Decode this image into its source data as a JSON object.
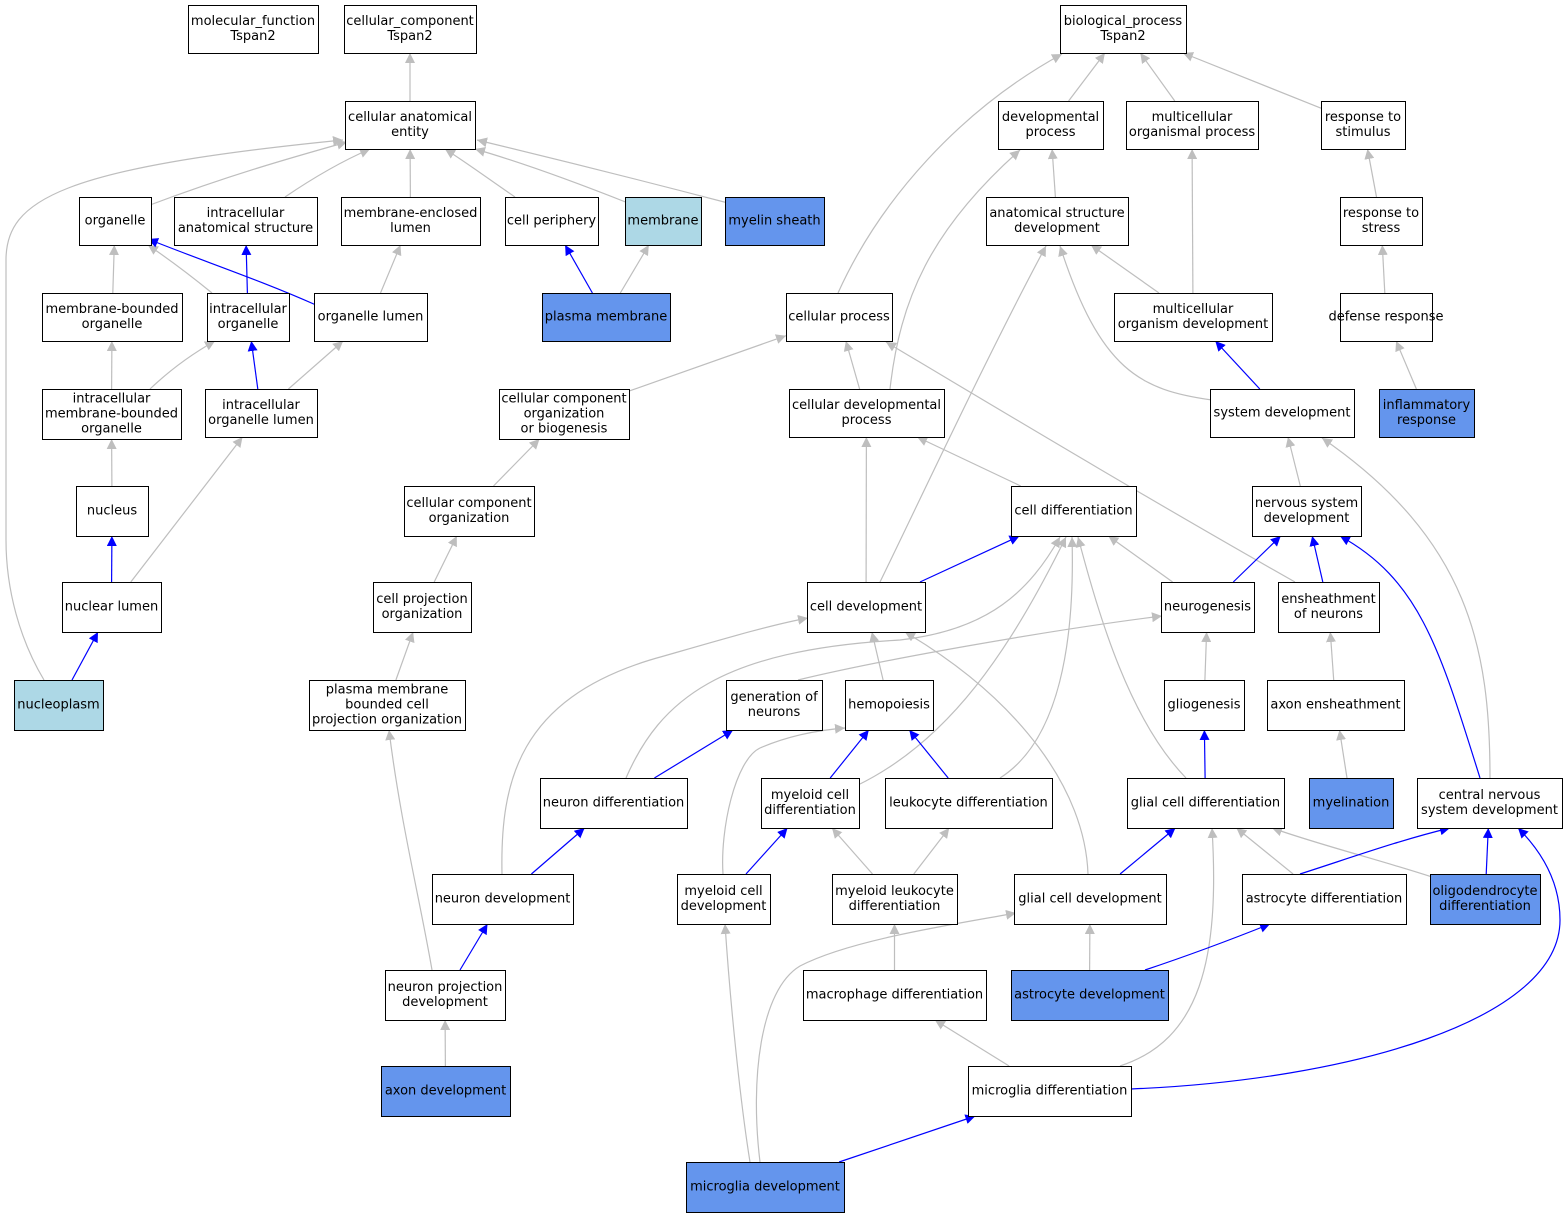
{
  "colors": {
    "default_fill": "#ffffff",
    "highlight_fill": "#6495ed",
    "light_fill": "#add8e6",
    "edge_gray": "#bebebe",
    "edge_blue": "#0000ff"
  },
  "nodes": [
    {
      "id": "molecular_function",
      "lines": [
        "molecular_function",
        "Tspan2"
      ],
      "fill": "default"
    },
    {
      "id": "cellular_component",
      "lines": [
        "cellular_component",
        "Tspan2"
      ],
      "fill": "default"
    },
    {
      "id": "biological_process",
      "lines": [
        "biological_process",
        "Tspan2"
      ],
      "fill": "default"
    },
    {
      "id": "cellular_anatomical_entity",
      "lines": [
        "cellular anatomical",
        "entity"
      ],
      "fill": "default"
    },
    {
      "id": "developmental_process",
      "lines": [
        "developmental",
        "process"
      ],
      "fill": "default"
    },
    {
      "id": "multicellular_organismal_process",
      "lines": [
        "multicellular",
        "organismal process"
      ],
      "fill": "default"
    },
    {
      "id": "response_to_stimulus",
      "lines": [
        "response to",
        "stimulus"
      ],
      "fill": "default"
    },
    {
      "id": "organelle",
      "lines": [
        "organelle"
      ],
      "fill": "default"
    },
    {
      "id": "intracellular_anatomical_structure",
      "lines": [
        "intracellular",
        "anatomical structure"
      ],
      "fill": "default"
    },
    {
      "id": "membrane_enclosed_lumen",
      "lines": [
        "membrane-enclosed",
        "lumen"
      ],
      "fill": "default"
    },
    {
      "id": "cell_periphery",
      "lines": [
        "cell periphery"
      ],
      "fill": "default"
    },
    {
      "id": "membrane",
      "lines": [
        "membrane"
      ],
      "fill": "light"
    },
    {
      "id": "myelin_sheath",
      "lines": [
        "myelin sheath"
      ],
      "fill": "highlight"
    },
    {
      "id": "anatomical_structure_development",
      "lines": [
        "anatomical structure",
        "development"
      ],
      "fill": "default"
    },
    {
      "id": "response_to_stress",
      "lines": [
        "response to",
        "stress"
      ],
      "fill": "default"
    },
    {
      "id": "membrane_bounded_organelle",
      "lines": [
        "membrane-bounded",
        "organelle"
      ],
      "fill": "default"
    },
    {
      "id": "intracellular_organelle",
      "lines": [
        "intracellular",
        "organelle"
      ],
      "fill": "default"
    },
    {
      "id": "organelle_lumen",
      "lines": [
        "organelle lumen"
      ],
      "fill": "default"
    },
    {
      "id": "plasma_membrane",
      "lines": [
        "plasma membrane"
      ],
      "fill": "highlight"
    },
    {
      "id": "cellular_process",
      "lines": [
        "cellular process"
      ],
      "fill": "default"
    },
    {
      "id": "multicellular_organism_development",
      "lines": [
        "multicellular",
        "organism development"
      ],
      "fill": "default"
    },
    {
      "id": "defense_response",
      "lines": [
        "defense response"
      ],
      "fill": "default"
    },
    {
      "id": "intracellular_membrane_bounded_organelle",
      "lines": [
        "intracellular",
        "membrane-bounded",
        "organelle"
      ],
      "fill": "default"
    },
    {
      "id": "intracellular_organelle_lumen",
      "lines": [
        "intracellular",
        "organelle lumen"
      ],
      "fill": "default"
    },
    {
      "id": "cellular_component_organization_or_biogenesis",
      "lines": [
        "cellular component",
        "organization",
        "or biogenesis"
      ],
      "fill": "default"
    },
    {
      "id": "cellular_developmental_process",
      "lines": [
        "cellular developmental",
        "process"
      ],
      "fill": "default"
    },
    {
      "id": "system_development",
      "lines": [
        "system development"
      ],
      "fill": "default"
    },
    {
      "id": "inflammatory_response",
      "lines": [
        "inflammatory",
        "response"
      ],
      "fill": "highlight"
    },
    {
      "id": "nucleus",
      "lines": [
        "nucleus"
      ],
      "fill": "default"
    },
    {
      "id": "cellular_component_organization",
      "lines": [
        "cellular component",
        "organization"
      ],
      "fill": "default"
    },
    {
      "id": "cell_differentiation",
      "lines": [
        "cell differentiation"
      ],
      "fill": "default"
    },
    {
      "id": "nervous_system_development",
      "lines": [
        "nervous system",
        "development"
      ],
      "fill": "default"
    },
    {
      "id": "nuclear_lumen",
      "lines": [
        "nuclear lumen"
      ],
      "fill": "default"
    },
    {
      "id": "cell_projection_organization",
      "lines": [
        "cell projection",
        "organization"
      ],
      "fill": "default"
    },
    {
      "id": "cell_development",
      "lines": [
        "cell development"
      ],
      "fill": "default"
    },
    {
      "id": "neurogenesis",
      "lines": [
        "neurogenesis"
      ],
      "fill": "default"
    },
    {
      "id": "ensheathment_of_neurons",
      "lines": [
        "ensheathment",
        "of neurons"
      ],
      "fill": "default"
    },
    {
      "id": "nucleoplasm",
      "lines": [
        "nucleoplasm"
      ],
      "fill": "light"
    },
    {
      "id": "plasma_membrane_bounded_cell_projection_organization",
      "lines": [
        "plasma membrane",
        "bounded cell",
        "projection organization"
      ],
      "fill": "default"
    },
    {
      "id": "generation_of_neurons",
      "lines": [
        "generation of",
        "neurons"
      ],
      "fill": "default"
    },
    {
      "id": "hemopoiesis",
      "lines": [
        "hemopoiesis"
      ],
      "fill": "default"
    },
    {
      "id": "gliogenesis",
      "lines": [
        "gliogenesis"
      ],
      "fill": "default"
    },
    {
      "id": "axon_ensheathment",
      "lines": [
        "axon ensheathment"
      ],
      "fill": "default"
    },
    {
      "id": "neuron_differentiation",
      "lines": [
        "neuron differentiation"
      ],
      "fill": "default"
    },
    {
      "id": "myeloid_cell_differentiation",
      "lines": [
        "myeloid cell",
        "differentiation"
      ],
      "fill": "default"
    },
    {
      "id": "leukocyte_differentiation",
      "lines": [
        "leukocyte differentiation"
      ],
      "fill": "default"
    },
    {
      "id": "glial_cell_differentiation",
      "lines": [
        "glial cell differentiation"
      ],
      "fill": "default"
    },
    {
      "id": "myelination",
      "lines": [
        "myelination"
      ],
      "fill": "highlight"
    },
    {
      "id": "central_nervous_system_development",
      "lines": [
        "central nervous",
        "system development"
      ],
      "fill": "default"
    },
    {
      "id": "neuron_development",
      "lines": [
        "neuron development"
      ],
      "fill": "default"
    },
    {
      "id": "myeloid_cell_development",
      "lines": [
        "myeloid cell",
        "development"
      ],
      "fill": "default"
    },
    {
      "id": "myeloid_leukocyte_differentiation",
      "lines": [
        "myeloid leukocyte",
        "differentiation"
      ],
      "fill": "default"
    },
    {
      "id": "glial_cell_development",
      "lines": [
        "glial cell development"
      ],
      "fill": "default"
    },
    {
      "id": "astrocyte_differentiation",
      "lines": [
        "astrocyte differentiation"
      ],
      "fill": "default"
    },
    {
      "id": "oligodendrocyte_differentiation",
      "lines": [
        "oligodendrocyte",
        "differentiation"
      ],
      "fill": "highlight"
    },
    {
      "id": "neuron_projection_development",
      "lines": [
        "neuron projection",
        "development"
      ],
      "fill": "default"
    },
    {
      "id": "macrophage_differentiation",
      "lines": [
        "macrophage differentiation"
      ],
      "fill": "default"
    },
    {
      "id": "astrocyte_development",
      "lines": [
        "astrocyte development"
      ],
      "fill": "highlight"
    },
    {
      "id": "axon_development",
      "lines": [
        "axon development"
      ],
      "fill": "highlight"
    },
    {
      "id": "microglia_differentiation",
      "lines": [
        "microglia differentiation"
      ],
      "fill": "default"
    },
    {
      "id": "microglia_development",
      "lines": [
        "microglia development"
      ],
      "fill": "highlight"
    }
  ],
  "edges": [
    {
      "from": "cellular_anatomical_entity",
      "to": "cellular_component",
      "kind": "is_a"
    },
    {
      "from": "organelle",
      "to": "cellular_anatomical_entity",
      "kind": "is_a"
    },
    {
      "from": "intracellular_anatomical_structure",
      "to": "cellular_anatomical_entity",
      "kind": "is_a"
    },
    {
      "from": "membrane_enclosed_lumen",
      "to": "cellular_anatomical_entity",
      "kind": "is_a"
    },
    {
      "from": "cell_periphery",
      "to": "cellular_anatomical_entity",
      "kind": "is_a"
    },
    {
      "from": "membrane",
      "to": "cellular_anatomical_entity",
      "kind": "is_a"
    },
    {
      "from": "myelin_sheath",
      "to": "cellular_anatomical_entity",
      "kind": "is_a"
    },
    {
      "from": "nucleoplasm",
      "to": "cellular_anatomical_entity",
      "kind": "is_a"
    },
    {
      "from": "membrane_bounded_organelle",
      "to": "organelle",
      "kind": "is_a"
    },
    {
      "from": "intracellular_organelle",
      "to": "organelle",
      "kind": "is_a"
    },
    {
      "from": "organelle_lumen",
      "to": "organelle",
      "kind": "part_of"
    },
    {
      "from": "intracellular_organelle",
      "to": "intracellular_anatomical_structure",
      "kind": "part_of"
    },
    {
      "from": "organelle_lumen",
      "to": "membrane_enclosed_lumen",
      "kind": "is_a"
    },
    {
      "from": "plasma_membrane",
      "to": "cell_periphery",
      "kind": "part_of"
    },
    {
      "from": "plasma_membrane",
      "to": "membrane",
      "kind": "is_a"
    },
    {
      "from": "intracellular_membrane_bounded_organelle",
      "to": "membrane_bounded_organelle",
      "kind": "is_a"
    },
    {
      "from": "intracellular_membrane_bounded_organelle",
      "to": "intracellular_organelle",
      "kind": "is_a"
    },
    {
      "from": "intracellular_organelle_lumen",
      "to": "intracellular_organelle",
      "kind": "part_of"
    },
    {
      "from": "intracellular_organelle_lumen",
      "to": "organelle_lumen",
      "kind": "is_a"
    },
    {
      "from": "nucleus",
      "to": "intracellular_membrane_bounded_organelle",
      "kind": "is_a"
    },
    {
      "from": "nuclear_lumen",
      "to": "nucleus",
      "kind": "part_of"
    },
    {
      "from": "nuclear_lumen",
      "to": "intracellular_organelle_lumen",
      "kind": "is_a"
    },
    {
      "from": "nucleoplasm",
      "to": "nuclear_lumen",
      "kind": "part_of"
    },
    {
      "from": "developmental_process",
      "to": "biological_process",
      "kind": "is_a"
    },
    {
      "from": "multicellular_organismal_process",
      "to": "biological_process",
      "kind": "is_a"
    },
    {
      "from": "response_to_stimulus",
      "to": "biological_process",
      "kind": "is_a"
    },
    {
      "from": "cellular_process",
      "to": "biological_process",
      "kind": "is_a"
    },
    {
      "from": "anatomical_structure_development",
      "to": "developmental_process",
      "kind": "is_a"
    },
    {
      "from": "cellular_developmental_process",
      "to": "developmental_process",
      "kind": "is_a"
    },
    {
      "from": "multicellular_organism_development",
      "to": "multicellular_organismal_process",
      "kind": "is_a"
    },
    {
      "from": "multicellular_organism_development",
      "to": "anatomical_structure_development",
      "kind": "is_a"
    },
    {
      "from": "system_development",
      "to": "anatomical_structure_development",
      "kind": "is_a"
    },
    {
      "from": "cell_development",
      "to": "anatomical_structure_development",
      "kind": "is_a"
    },
    {
      "from": "response_to_stress",
      "to": "response_to_stimulus",
      "kind": "is_a"
    },
    {
      "from": "defense_response",
      "to": "response_to_stress",
      "kind": "is_a"
    },
    {
      "from": "inflammatory_response",
      "to": "defense_response",
      "kind": "is_a"
    },
    {
      "from": "system_development",
      "to": "multicellular_organism_development",
      "kind": "part_of"
    },
    {
      "from": "cellular_component_organization_or_biogenesis",
      "to": "cellular_process",
      "kind": "is_a"
    },
    {
      "from": "cellular_developmental_process",
      "to": "cellular_process",
      "kind": "is_a"
    },
    {
      "from": "ensheathment_of_neurons",
      "to": "cellular_process",
      "kind": "is_a"
    },
    {
      "from": "cellular_component_organization",
      "to": "cellular_component_organization_or_biogenesis",
      "kind": "is_a"
    },
    {
      "from": "cell_projection_organization",
      "to": "cellular_component_organization",
      "kind": "is_a"
    },
    {
      "from": "plasma_membrane_bounded_cell_projection_organization",
      "to": "cell_projection_organization",
      "kind": "is_a"
    },
    {
      "from": "neuron_projection_development",
      "to": "plasma_membrane_bounded_cell_projection_organization",
      "kind": "is_a"
    },
    {
      "from": "cell_differentiation",
      "to": "cellular_developmental_process",
      "kind": "is_a"
    },
    {
      "from": "cell_development",
      "to": "cellular_developmental_process",
      "kind": "is_a"
    },
    {
      "from": "nervous_system_development",
      "to": "system_development",
      "kind": "is_a"
    },
    {
      "from": "central_nervous_system_development",
      "to": "system_development",
      "kind": "is_a"
    },
    {
      "from": "cell_development",
      "to": "cell_differentiation",
      "kind": "part_of"
    },
    {
      "from": "neurogenesis",
      "to": "cell_differentiation",
      "kind": "is_a"
    },
    {
      "from": "neuron_differentiation",
      "to": "cell_differentiation",
      "kind": "is_a"
    },
    {
      "from": "myeloid_cell_differentiation",
      "to": "cell_differentiation",
      "kind": "is_a"
    },
    {
      "from": "leukocyte_differentiation",
      "to": "cell_differentiation",
      "kind": "is_a"
    },
    {
      "from": "glial_cell_differentiation",
      "to": "cell_differentiation",
      "kind": "is_a"
    },
    {
      "from": "neurogenesis",
      "to": "nervous_system_development",
      "kind": "part_of"
    },
    {
      "from": "ensheathment_of_neurons",
      "to": "nervous_system_development",
      "kind": "part_of"
    },
    {
      "from": "central_nervous_system_development",
      "to": "nervous_system_development",
      "kind": "part_of"
    },
    {
      "from": "hemopoiesis",
      "to": "cell_development",
      "kind": "is_a"
    },
    {
      "from": "neuron_development",
      "to": "cell_development",
      "kind": "is_a"
    },
    {
      "from": "glial_cell_development",
      "to": "cell_development",
      "kind": "is_a"
    },
    {
      "from": "generation_of_neurons",
      "to": "neurogenesis",
      "kind": "is_a"
    },
    {
      "from": "gliogenesis",
      "to": "neurogenesis",
      "kind": "is_a"
    },
    {
      "from": "axon_ensheathment",
      "to": "ensheathment_of_neurons",
      "kind": "is_a"
    },
    {
      "from": "neuron_differentiation",
      "to": "generation_of_neurons",
      "kind": "part_of"
    },
    {
      "from": "myeloid_cell_differentiation",
      "to": "hemopoiesis",
      "kind": "part_of"
    },
    {
      "from": "leukocyte_differentiation",
      "to": "hemopoiesis",
      "kind": "part_of"
    },
    {
      "from": "myeloid_cell_development",
      "to": "hemopoiesis",
      "kind": "is_a"
    },
    {
      "from": "glial_cell_differentiation",
      "to": "gliogenesis",
      "kind": "part_of"
    },
    {
      "from": "myelination",
      "to": "axon_ensheathment",
      "kind": "is_a"
    },
    {
      "from": "neuron_development",
      "to": "neuron_differentiation",
      "kind": "part_of"
    },
    {
      "from": "myeloid_cell_development",
      "to": "myeloid_cell_differentiation",
      "kind": "part_of"
    },
    {
      "from": "myeloid_leukocyte_differentiation",
      "to": "myeloid_cell_differentiation",
      "kind": "is_a"
    },
    {
      "from": "myeloid_leukocyte_differentiation",
      "to": "leukocyte_differentiation",
      "kind": "is_a"
    },
    {
      "from": "glial_cell_development",
      "to": "glial_cell_differentiation",
      "kind": "part_of"
    },
    {
      "from": "astrocyte_differentiation",
      "to": "glial_cell_differentiation",
      "kind": "is_a"
    },
    {
      "from": "oligodendrocyte_differentiation",
      "to": "glial_cell_differentiation",
      "kind": "is_a"
    },
    {
      "from": "microglia_differentiation",
      "to": "glial_cell_differentiation",
      "kind": "is_a"
    },
    {
      "from": "astrocyte_differentiation",
      "to": "central_nervous_system_development",
      "kind": "part_of"
    },
    {
      "from": "oligodendrocyte_differentiation",
      "to": "central_nervous_system_development",
      "kind": "part_of"
    },
    {
      "from": "microglia_differentiation",
      "to": "central_nervous_system_development",
      "kind": "part_of"
    },
    {
      "from": "neuron_projection_development",
      "to": "neuron_development",
      "kind": "part_of"
    },
    {
      "from": "microglia_development",
      "to": "myeloid_cell_development",
      "kind": "is_a"
    },
    {
      "from": "macrophage_differentiation",
      "to": "myeloid_leukocyte_differentiation",
      "kind": "is_a"
    },
    {
      "from": "astrocyte_development",
      "to": "glial_cell_development",
      "kind": "is_a"
    },
    {
      "from": "microglia_development",
      "to": "glial_cell_development",
      "kind": "is_a"
    },
    {
      "from": "astrocyte_development",
      "to": "astrocyte_differentiation",
      "kind": "part_of"
    },
    {
      "from": "axon_development",
      "to": "neuron_projection_development",
      "kind": "is_a"
    },
    {
      "from": "microglia_differentiation",
      "to": "macrophage_differentiation",
      "kind": "is_a"
    },
    {
      "from": "microglia_development",
      "to": "microglia_differentiation",
      "kind": "part_of"
    }
  ]
}
